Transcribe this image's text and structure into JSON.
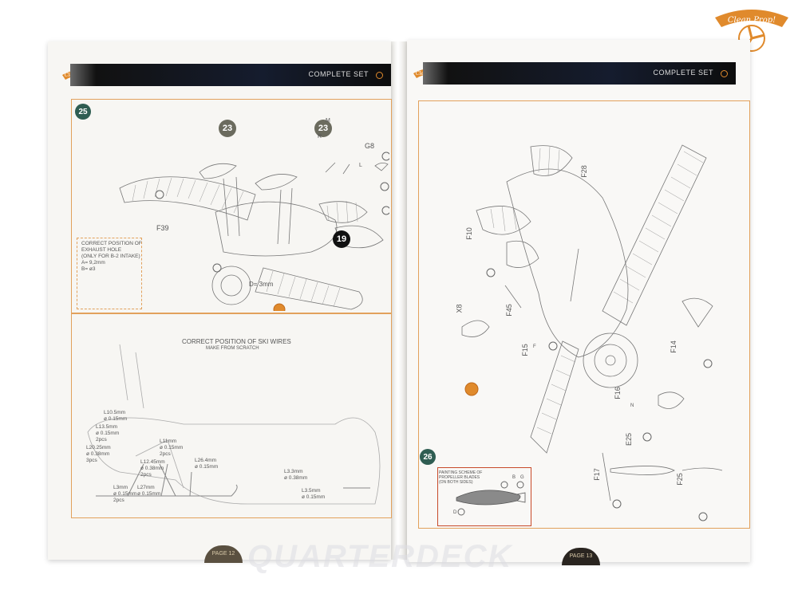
{
  "brand": {
    "logo_text": "Clean Prop!",
    "accent": "#e08a2c",
    "frame_color": "#e2a15c"
  },
  "left_page": {
    "header_title": "COMPLETE SET",
    "step": "25",
    "part_badges": [
      "23",
      "23",
      "19"
    ],
    "parts": {
      "f39": "F39",
      "g8": "G8",
      "m": "M",
      "r": "R",
      "l": "L"
    },
    "drill": "D= 3mm",
    "exhaust_note": [
      "CORRECT POSITION OF",
      "EXHAUST HOLE",
      "(ONLY FOR B-2 INTAKE)",
      "A= 9,2mm",
      "B= ø3"
    ],
    "ski": {
      "title": "CORRECT POSITION OF SKI WIRES",
      "subtitle": "MAKE FROM SCRATCH",
      "wires": [
        [
          "L10.5mm",
          "ø 0.15mm"
        ],
        [
          "L13.5mm",
          "ø 0.15mm",
          "2pcs"
        ],
        [
          "L20.25mm",
          "ø 0.38mm",
          "3pcs"
        ],
        [
          "L11mm",
          "ø 0.15mm",
          "2pcs"
        ],
        [
          "L12.45mm",
          "ø 0.38mm",
          "2pcs"
        ],
        [
          "L26.4mm",
          "ø 0.15mm"
        ],
        [
          "L3mm",
          "ø 0.15mm",
          "2pcs"
        ],
        [
          "L27mm",
          "ø 0.15mm"
        ],
        [
          "L3.3mm",
          "ø 0.38mm"
        ],
        [
          "L3.5mm",
          "ø 0.15mm"
        ]
      ]
    },
    "page_number": "PAGE 12"
  },
  "right_page": {
    "header_title": "COMPLETE SET",
    "step": "26",
    "parts": {
      "f28": "F28",
      "f10": "F10",
      "x8": "X8",
      "f45": "F45",
      "f15": "F15",
      "f14": "F14",
      "f16": "F16",
      "e25": "E25",
      "f17": "F17",
      "f25": "F25",
      "b": "B",
      "g": "G",
      "d": "D",
      "n": "N",
      "f": "F"
    },
    "painting_scheme": [
      "PAINTING SCHEME OF",
      "PROPELLER BLADES",
      "(ON BOTH SIDES)"
    ],
    "page_number": "PAGE 13"
  },
  "watermark": "QUARTERDECK"
}
